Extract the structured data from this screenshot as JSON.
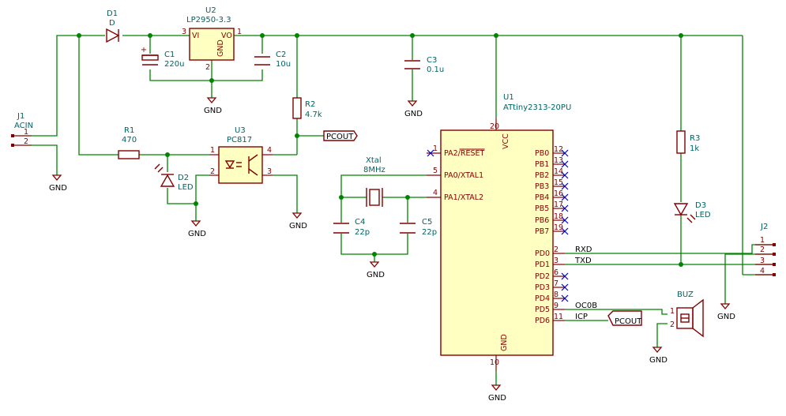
{
  "components": {
    "j1": {
      "ref": "J1",
      "value": "ACIN",
      "pins": [
        "1",
        "2"
      ]
    },
    "d1": {
      "ref": "D1",
      "value": "D"
    },
    "u2": {
      "ref": "U2",
      "value": "LP2950-3.3",
      "pin_vi": "VI",
      "pin_vo": "VO",
      "pin_gnd": "GND",
      "pin3": "3",
      "pin1": "1",
      "pin2": "2"
    },
    "c1": {
      "ref": "C1",
      "value": "220u",
      "polarity": "+"
    },
    "c2": {
      "ref": "C2",
      "value": "10u"
    },
    "c3": {
      "ref": "C3",
      "value": "0.1u"
    },
    "r1": {
      "ref": "R1",
      "value": "470"
    },
    "r2": {
      "ref": "R2",
      "value": "4.7k"
    },
    "r3": {
      "ref": "R3",
      "value": "1k"
    },
    "d2": {
      "ref": "D2",
      "value": "LED"
    },
    "d3": {
      "ref": "D3",
      "value": "LED"
    },
    "u3": {
      "ref": "U3",
      "value": "PC817",
      "pins": [
        "1",
        "2",
        "4",
        "3"
      ]
    },
    "xtal": {
      "ref": "Xtal",
      "value": "8MHz"
    },
    "c4": {
      "ref": "C4",
      "value": "22p"
    },
    "c5": {
      "ref": "C5",
      "value": "22p"
    },
    "u1": {
      "ref": "U1",
      "value": "ATtiny2313-20PU",
      "vcc": "VCC",
      "vcc_pin": "20",
      "gnd": "GND",
      "gnd_pin": "10",
      "left_pins": [
        {
          "num": "1",
          "name": "PA2/RESET"
        },
        {
          "num": "5",
          "name": "PA0/XTAL1"
        },
        {
          "num": "4",
          "name": "PA1/XTAL2"
        }
      ],
      "right_pins": [
        {
          "num": "12",
          "name": "PB0"
        },
        {
          "num": "13",
          "name": "PB1"
        },
        {
          "num": "14",
          "name": "PB2"
        },
        {
          "num": "15",
          "name": "PB3"
        },
        {
          "num": "16",
          "name": "PB4"
        },
        {
          "num": "17",
          "name": "PB5"
        },
        {
          "num": "18",
          "name": "PB6"
        },
        {
          "num": "19",
          "name": "PB7"
        },
        {
          "num": "2",
          "name": "PD0"
        },
        {
          "num": "3",
          "name": "PD1"
        },
        {
          "num": "6",
          "name": "PD2"
        },
        {
          "num": "7",
          "name": "PD3"
        },
        {
          "num": "8",
          "name": "PD4"
        },
        {
          "num": "9",
          "name": "PD5"
        },
        {
          "num": "11",
          "name": "PD6"
        }
      ]
    },
    "buz": {
      "ref": "BUZ",
      "pins": [
        "1",
        "2"
      ]
    },
    "j2": {
      "ref": "J2",
      "pins": [
        "1",
        "2",
        "3",
        "4"
      ]
    }
  },
  "nets": {
    "gnd": "GND",
    "pcout": "PCOUT",
    "rxd": "RXD",
    "txd": "TXD",
    "oc0b": "OC0B",
    "icp": "ICP"
  },
  "colors": {
    "wire": "#008400",
    "body": "#840000",
    "reference": "#006464",
    "chip_fill": "#ffffc2",
    "no_connect": "#0000c8"
  }
}
